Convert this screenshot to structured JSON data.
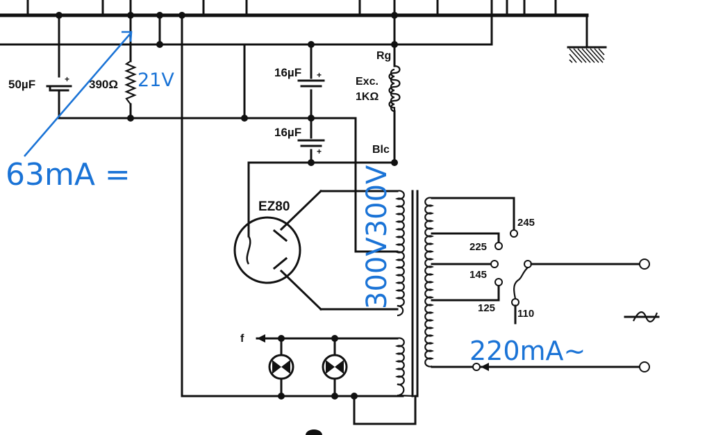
{
  "labels": {
    "c1": "50µF",
    "c1_plus": "+",
    "r1": "390Ω",
    "c2": "16µF",
    "c2_plus": "+",
    "c3": "16µF",
    "c3_plus": "+",
    "rg": "Rg",
    "exc": "Exc.",
    "exc_value": "1KΩ",
    "blc": "Blc",
    "tube": "EZ80",
    "tap_245": "245",
    "tap_225": "225",
    "tap_145": "145",
    "tap_125": "125",
    "tap_110": "110",
    "fuse": "f"
  },
  "annotations": {
    "voltage_resistor": "21V",
    "current_dc": "63mA =",
    "voltage_secondary": "300V300V",
    "current_ac": "220mA~"
  },
  "colors": {
    "ink": "#111111",
    "annotation": "#1a73d6"
  }
}
